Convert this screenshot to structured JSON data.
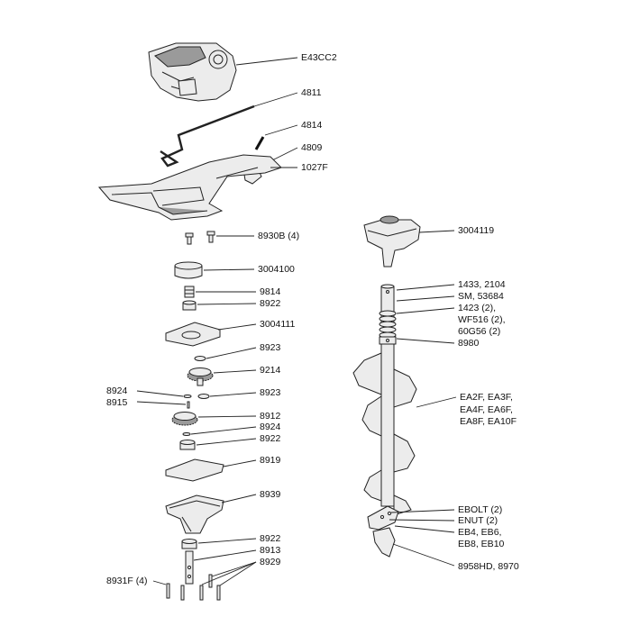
{
  "labels": {
    "e43cc2": "E43CC2",
    "p4811": "4811",
    "p4814": "4814",
    "p4809": "4809",
    "p1027f": "1027F",
    "p8930b": "8930B (4)",
    "p3004100": "3004100",
    "p9814": "9814",
    "p8922a": "8922",
    "p3004111": "3004111",
    "p8923a": "8923",
    "p9214": "9214",
    "p8924a": "8924",
    "p8915": "8915",
    "p8923b": "8923",
    "p8912": "8912",
    "p8924b": "8924",
    "p8922b": "8922",
    "p8919": "8919",
    "p8939": "8939",
    "p8922c": "8922",
    "p8913": "8913",
    "p8929": "8929",
    "p8931f": "8931F (4)",
    "p3004119": "3004119",
    "p1433": "1433, 2104",
    "sm": "SM, 53684",
    "p1423": "1423 (2),",
    "wf516": "WF516 (2),",
    "g60g56": "60G56 (2)",
    "p8980": "8980",
    "ea1": "EA2F, EA3F,",
    "ea2": "EA4F, EA6F,",
    "ea3": "EA8F, EA10F",
    "ebolt": "EBOLT (2)",
    "enut": "ENUT (2)",
    "eb1": "EB4, EB6,",
    "eb2": "EB8, EB10",
    "p8958": "8958HD, 8970"
  }
}
